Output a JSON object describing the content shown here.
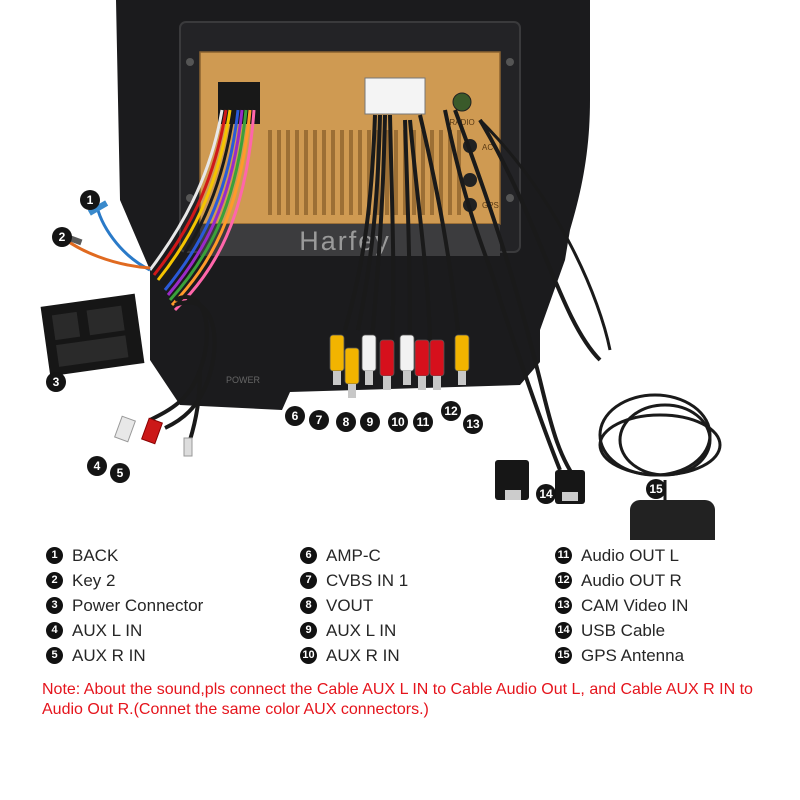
{
  "watermark": "Harfey",
  "panel": {
    "radio_label": "RADIO",
    "port_a_label": "AC+",
    "port_b_label": "GPS",
    "power_label": "POWER"
  },
  "colors": {
    "bezel": "#1b1b1d",
    "unit_gold": "#cf9a52",
    "note_red": "#e5141c",
    "rca_yellow": "#f2b400",
    "rca_red": "#d6101c",
    "rca_white": "#f2f2f2"
  },
  "callouts": [
    "1",
    "2",
    "3",
    "4",
    "5",
    "6",
    "7",
    "8",
    "9",
    "10",
    "11",
    "12",
    "13",
    "14",
    "15"
  ],
  "legend": {
    "col1": [
      {
        "num": "1",
        "label": "BACK"
      },
      {
        "num": "2",
        "label": "Key 2"
      },
      {
        "num": "3",
        "label": "Power Connector"
      },
      {
        "num": "4",
        "label": "AUX L IN"
      },
      {
        "num": "5",
        "label": "AUX R IN"
      }
    ],
    "col2": [
      {
        "num": "6",
        "label": "AMP-C"
      },
      {
        "num": "7",
        "label": "CVBS IN 1"
      },
      {
        "num": "8",
        "label": "VOUT"
      },
      {
        "num": "9",
        "label": "AUX L IN"
      },
      {
        "num": "10",
        "label": "AUX R IN"
      }
    ],
    "col3": [
      {
        "num": "11",
        "label": "Audio OUT L"
      },
      {
        "num": "12",
        "label": "Audio OUT R"
      },
      {
        "num": "13",
        "label": "CAM Video IN"
      },
      {
        "num": "14",
        "label": "USB Cable"
      },
      {
        "num": "15",
        "label": "GPS Antenna"
      }
    ]
  },
  "note": "Note: About the sound,pls connect the Cable AUX L IN to Cable Audio Out L, and Cable AUX R IN to  Audio Out R.(Connet the same color AUX connectors.)"
}
